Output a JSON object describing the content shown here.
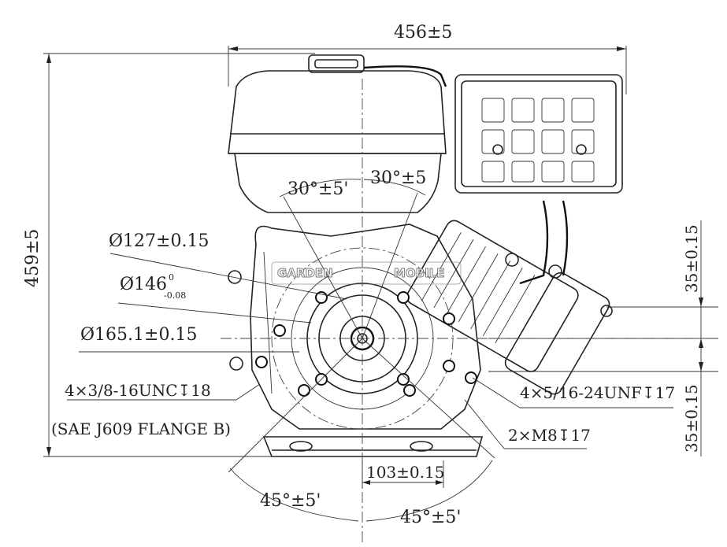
{
  "dimensions": {
    "overall_width": "456±5",
    "overall_height": "459±5",
    "angle_left_top": "30°±5'",
    "angle_right_top": "30°±5",
    "dia_127": "Ø127±0.15",
    "dia_146": "Ø146",
    "dia_146_tol_upper": "0",
    "dia_146_tol_lower": "-0.08",
    "dia_165": "Ø165.1±0.15",
    "thread_left": "4×3/8-16UNC↧18",
    "flange_note": "(SAE J609 FLANGE B)",
    "thread_right": "4×5/16-24UNF↧17",
    "holes_m8": "2×M8↧17",
    "base_width": "103±0.15",
    "offset_upper": "35±0.15",
    "offset_lower": "35±0.15",
    "angle_bottom_left": "45°±5'",
    "angle_bottom_right": "45°±5'"
  },
  "watermark": {
    "line1": "GARDEN",
    "line2": "MOBILE"
  }
}
